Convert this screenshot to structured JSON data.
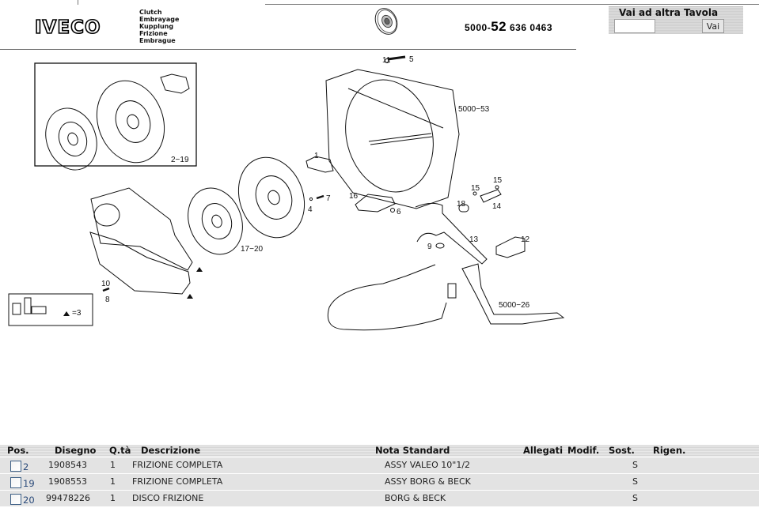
{
  "header": {
    "logo": "IVECO",
    "languages": [
      "Clutch",
      "Embrayage",
      "Kupplung",
      "Frizione",
      "Embrague"
    ],
    "table_code_prefix": "5000-",
    "table_code_main": "52",
    "table_code_suffix": "636 0463",
    "thumbnail_icon": "clutch-assembly-thumbnail"
  },
  "goto_panel": {
    "title": "Vai ad altra Tavola",
    "input_value": "",
    "button_label": "Vai"
  },
  "diagram": {
    "callouts": [
      {
        "id": "inset-2-19",
        "text": "2−19"
      },
      {
        "id": "c11",
        "text": "11"
      },
      {
        "id": "c5",
        "text": "5"
      },
      {
        "id": "c5000-53",
        "text": "5000−53"
      },
      {
        "id": "c1",
        "text": "1"
      },
      {
        "id": "c7",
        "text": "7"
      },
      {
        "id": "c4",
        "text": "4"
      },
      {
        "id": "c16",
        "text": "16"
      },
      {
        "id": "c6",
        "text": "6"
      },
      {
        "id": "c15a",
        "text": "15"
      },
      {
        "id": "c15b",
        "text": "15"
      },
      {
        "id": "c18",
        "text": "18"
      },
      {
        "id": "c14",
        "text": "14"
      },
      {
        "id": "c13",
        "text": "13"
      },
      {
        "id": "c12",
        "text": "12"
      },
      {
        "id": "c9",
        "text": "9"
      },
      {
        "id": "c17-20",
        "text": "17−20"
      },
      {
        "id": "c10",
        "text": "10"
      },
      {
        "id": "c8",
        "text": "8"
      },
      {
        "id": "c5000-26",
        "text": "5000−26"
      },
      {
        "id": "legend-triangle",
        "text": "=3"
      }
    ]
  },
  "table": {
    "columns": [
      "Pos.",
      "Disegno",
      "Q.tà",
      "Descrizione",
      "Nota Standard",
      "Allegati",
      "Modif.",
      "Sost.",
      "Rigen."
    ],
    "rows": [
      {
        "pos": "2",
        "disegno": "1908543",
        "qta": "1",
        "descrizione": "FRIZIONE COMPLETA",
        "nota": "ASSY VALEO 10\"1/2",
        "allegati": "",
        "modif": "",
        "sost": "S",
        "rigen": "",
        "checked": false
      },
      {
        "pos": "19",
        "disegno": "1908553",
        "qta": "1",
        "descrizione": "FRIZIONE COMPLETA",
        "nota": "ASSY BORG & BECK",
        "allegati": "",
        "modif": "",
        "sost": "S",
        "rigen": "",
        "checked": false
      },
      {
        "pos": "20",
        "disegno": "99478226",
        "qta": "1",
        "descrizione": "DISCO FRIZIONE",
        "nota": "BORG & BECK",
        "allegati": "",
        "modif": "",
        "sost": "S",
        "rigen": "",
        "checked": false
      }
    ]
  },
  "colors": {
    "row_bg": "#e3e3e3",
    "header_bg": "#d6d6d6",
    "pos_link": "#2a4a7a",
    "checkbox_border": "#3d5f85"
  }
}
